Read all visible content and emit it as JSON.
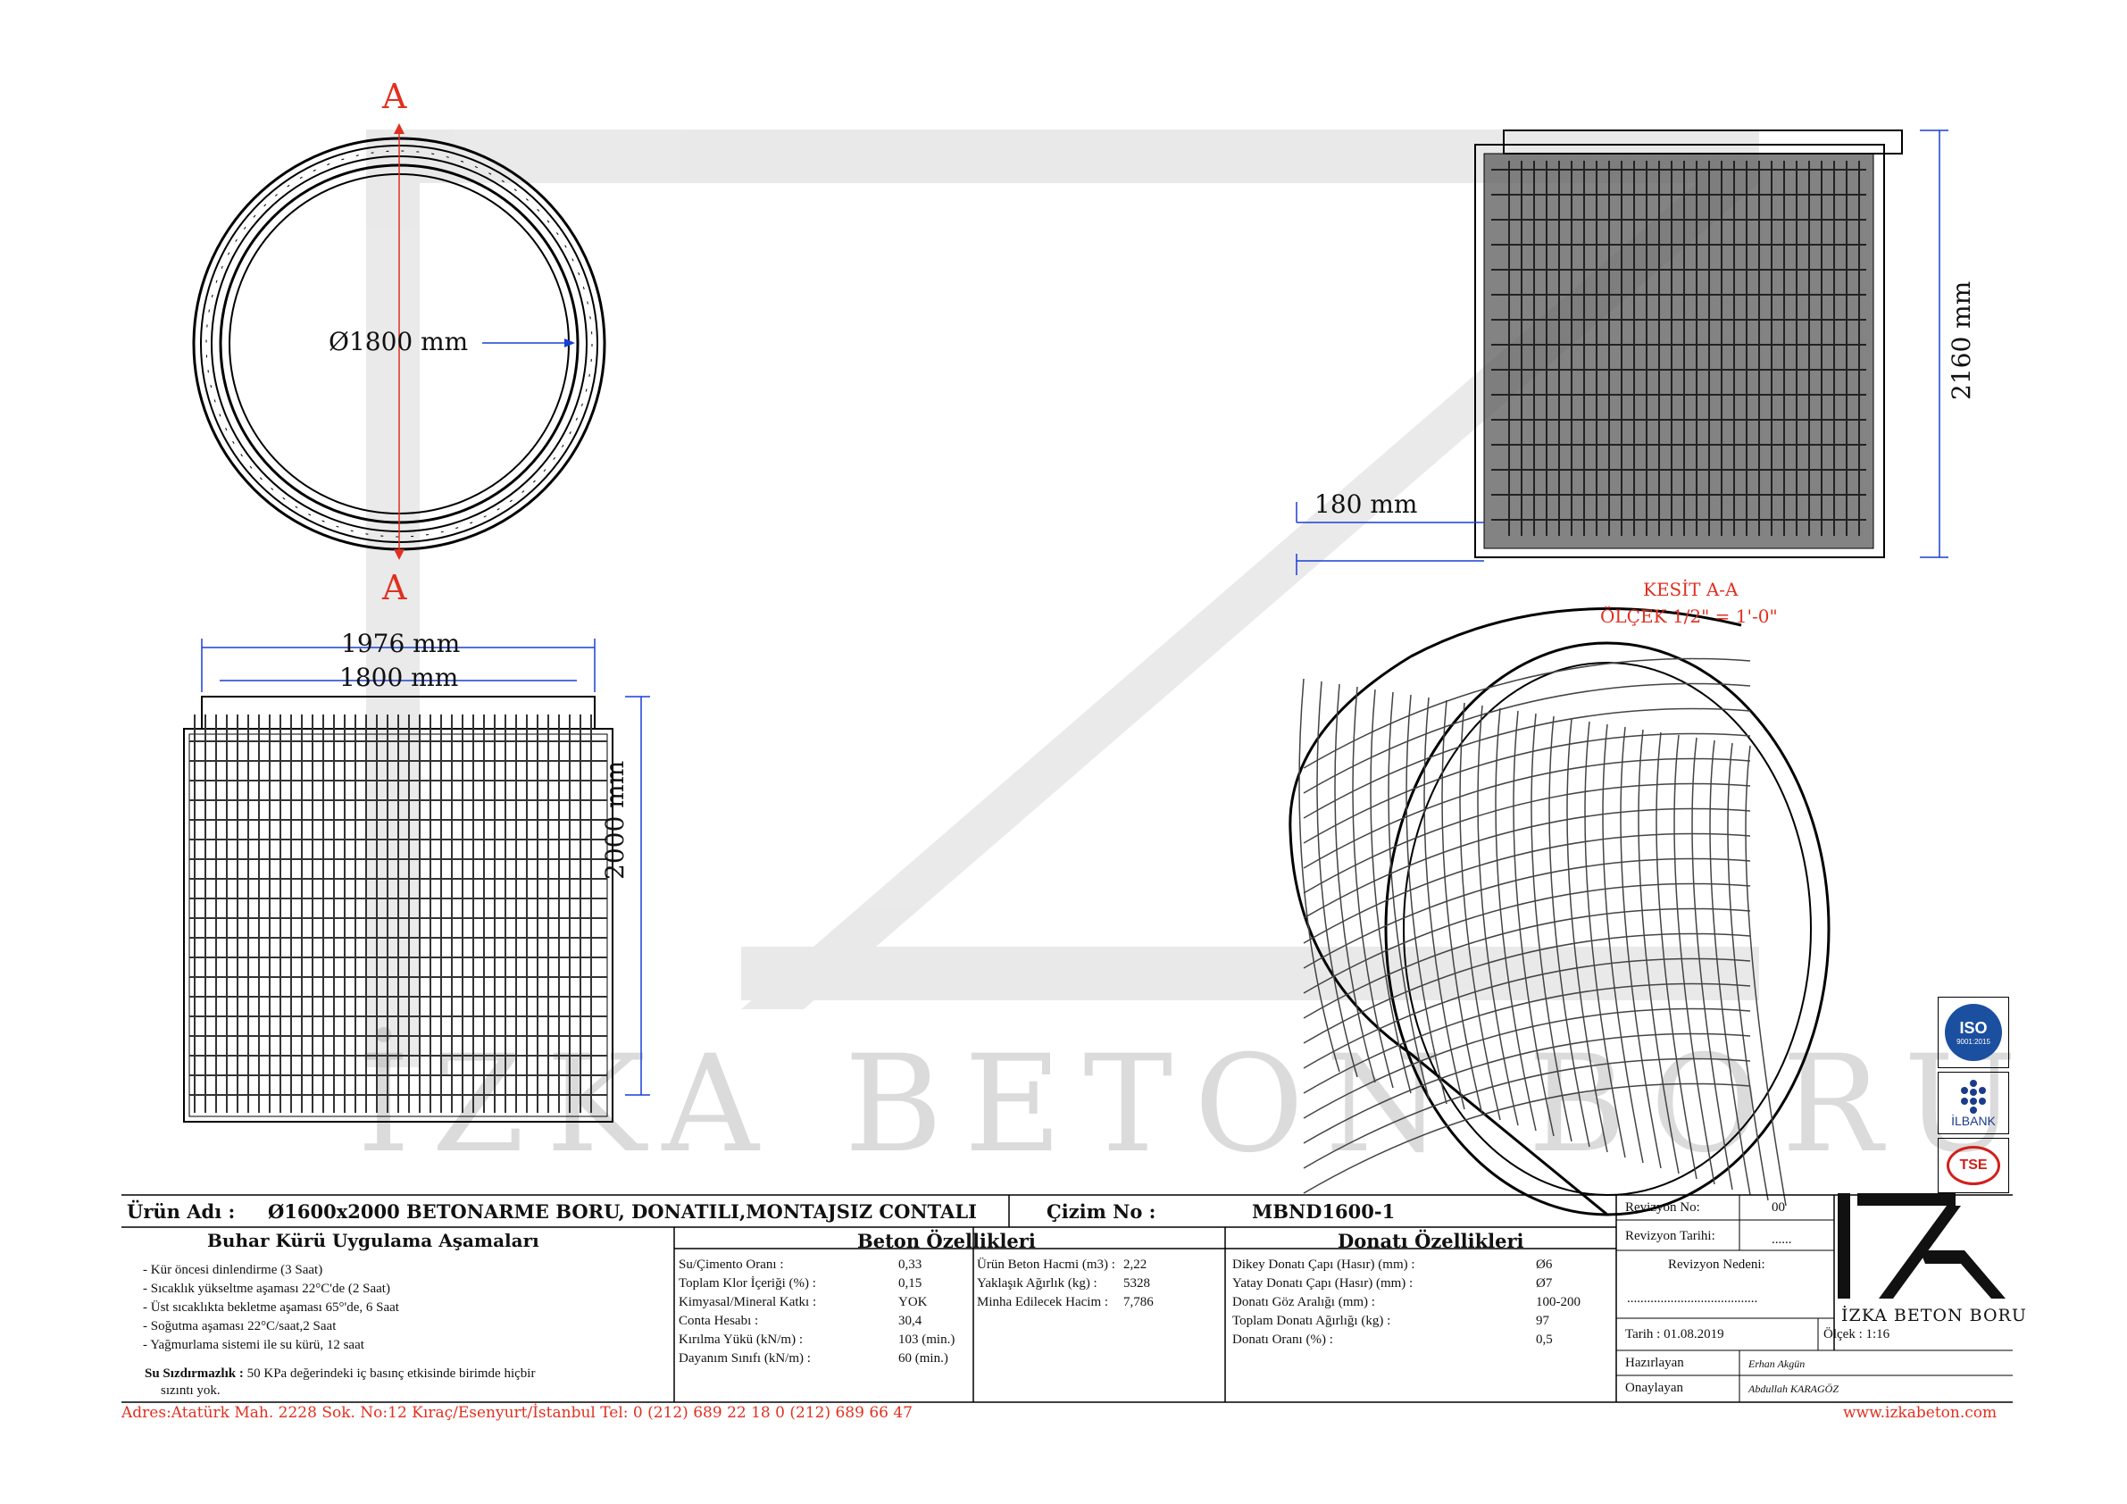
{
  "section_label": "A",
  "dims": {
    "inner_diameter": "Ø1800 mm",
    "outer_width": "1976 mm",
    "inner_width": "1800 mm",
    "length": "2000 mm",
    "section_height": "2160 mm",
    "wall": "180 mm"
  },
  "section_caption": {
    "line1": "KESİT A-A",
    "line2": "ÖLÇEK 1/2\" = 1'-0\""
  },
  "watermark": "İZKA BETON BORU",
  "title_block": {
    "product_label": "Ürün Adı :",
    "product_name": "Ø1600x2000 BETONARME BORU, DONATILI,MONTAJSIZ CONTALI",
    "drawing_label": "Çizim No :",
    "drawing_no": "MBND1600-1",
    "revision_no_label": "Revizyon No:",
    "revision_no": "00",
    "revision_date_label": "Revizyon Tarihi:",
    "revision_date": "......",
    "revision_reason_label": "Revizyon Nedeni:",
    "revision_reason": ".......................................",
    "date": "Tarih : 01.08.2019",
    "scale": "Ölçek : 1:16",
    "prepared_label": "Hazırlayan",
    "prepared_by": "Erhan Akgün",
    "approved_label": "Onaylayan",
    "approved_by": "Abdullah KARAGÖZ",
    "logo_text": "İZKA BETON BORU"
  },
  "steam_cure": {
    "title": "Buhar Kürü Uygulama Aşamaları",
    "items": [
      "Kür öncesi dinlendirme (3 Saat)",
      "Sıcaklık yükseltme aşaması 22°C'de (2 Saat)",
      "Üst sıcaklıkta bekletme aşaması 65°'de, 6 Saat",
      "Soğutma aşaması 22°C/saat,2 Saat",
      "Yağmurlama sistemi ile su kürü, 12 saat"
    ],
    "leak_label": "Su Sızdırmazlık :",
    "leak_text": "50 KPa değerindeki iç basınç etkisinde birimde hiçbir",
    "leak_text2": "sızıntı yok."
  },
  "concrete": {
    "title": "Beton Özellikleri",
    "rows": [
      {
        "label": "Su/Çimento Oranı :",
        "value": "0,33"
      },
      {
        "label": "Toplam Klor İçeriği (%) :",
        "value": "0,15"
      },
      {
        "label": "Kimyasal/Mineral Katkı :",
        "value": "YOK"
      },
      {
        "label": "Conta Hesabı :",
        "value": "30,4"
      },
      {
        "label": "Kırılma Yükü (kN/m) :",
        "value": "103 (min.)"
      },
      {
        "label": "Dayanım Sınıfı (kN/m) :",
        "value": "60 (min.)"
      }
    ],
    "rows2": [
      {
        "label": "Ürün Beton Hacmi (m3) :",
        "value": "2,22"
      },
      {
        "label": "Yaklaşık Ağırlık (kg) :",
        "value": "5328"
      },
      {
        "label": "Minha Edilecek Hacim :",
        "value": "7,786"
      }
    ]
  },
  "rebar": {
    "title": "Donatı Özellikleri",
    "rows": [
      {
        "label": "Dikey Donatı Çapı (Hasır) (mm) :",
        "value": "Ø6"
      },
      {
        "label": "Yatay Donatı Çapı (Hasır) (mm) :",
        "value": "Ø7"
      },
      {
        "label": "Donatı Göz Aralığı (mm) :",
        "value": "100-200"
      },
      {
        "label": "Toplam Donatı Ağırlığı (kg) :",
        "value": "97"
      },
      {
        "label": "Donatı Oranı (%) :",
        "value": "0,5"
      }
    ]
  },
  "footer": {
    "address": "Adres:Atatürk Mah. 2228 Sok. No:12 Kıraç/Esenyurt/İstanbul Tel: 0 (212) 689 22 18 0 (212) 689 66 47",
    "web": "www.izkabeton.com"
  },
  "badges": {
    "iso": "ISO",
    "iso_sub": "9001:2015",
    "ilbank": "İLBANK",
    "tse": "TSE"
  },
  "colors": {
    "dimension": "#1a3fd6",
    "accent": "#e03020",
    "line": "#000000"
  }
}
